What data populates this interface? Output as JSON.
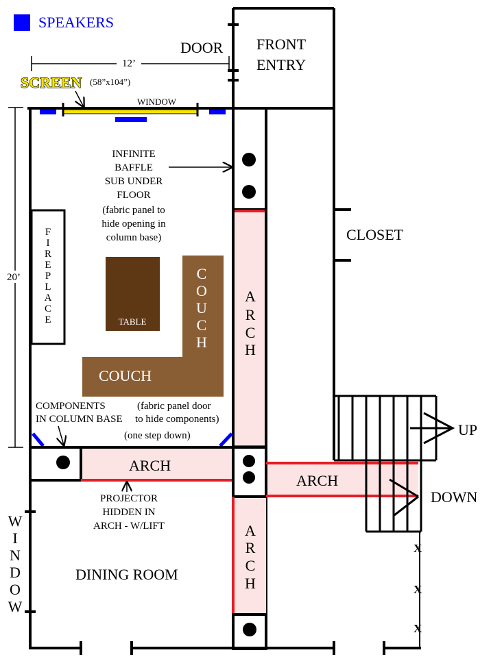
{
  "legend": {
    "label": "SPEAKERS",
    "color": "#0000ff"
  },
  "dimensions": {
    "width": "12’",
    "height": "20’"
  },
  "screen": {
    "label": "SCREEN",
    "size": "(58”x104”)"
  },
  "labels": {
    "door": "DOOR",
    "front_entry_1": "FRONT",
    "front_entry_2": "ENTRY",
    "window_top": "WINDOW",
    "closet": "CLOSET",
    "up": "UP",
    "down": "DOWN",
    "table": "TABLE",
    "couch_h": "COUCH",
    "dining_room": "DINING ROOM",
    "arch_h1": "ARCH",
    "arch_h2": "ARCH"
  },
  "vertical_labels": {
    "fireplace": [
      "F",
      "I",
      "R",
      "E",
      "P",
      "L",
      "A",
      "C",
      "E"
    ],
    "couch_v": [
      "C",
      "O",
      "U",
      "C",
      "H"
    ],
    "arch_v1": [
      "A",
      "R",
      "C",
      "H"
    ],
    "arch_v2": [
      "A",
      "R",
      "C",
      "H"
    ],
    "window_left": [
      "W",
      "I",
      "N",
      "D",
      "O",
      "W"
    ]
  },
  "notes": {
    "sub": [
      "INFINITE",
      "BAFFLE",
      "SUB UNDER",
      "FLOOR"
    ],
    "sub_panel": [
      "(fabric panel to",
      "hide opening in",
      "column base)"
    ],
    "components": [
      "COMPONENTS",
      "IN COLUMN BASE"
    ],
    "components_panel": [
      "(fabric panel door",
      "to hide components)"
    ],
    "step": "(one step down)",
    "projector": [
      "PROJECTOR",
      "HIDDEN IN",
      "ARCH - W/LIFT"
    ]
  },
  "colors": {
    "arch_fill": "#fde4e4",
    "arch_line": "#e41e26",
    "table": "#5e3714",
    "couch": "#8a5e34",
    "screen": "#f5e400"
  }
}
